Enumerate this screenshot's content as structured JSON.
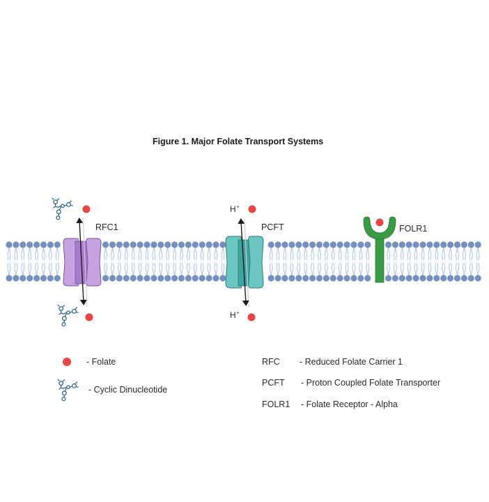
{
  "title": "Figure 1. Major Folate Transport Systems",
  "colors": {
    "folate": "#e84545",
    "lipid_head": "#7590bf",
    "lipid_tail": "#a9c4ea",
    "rfc1_fill": "#c6a3e0",
    "rfc1_core": "#a57bcc",
    "rfc1_stroke": "#7a55a4",
    "pcft_fill": "#6cc6c1",
    "pcft_core": "#3fa39f",
    "pcft_stroke": "#2c7b78",
    "folr1": "#3a9a46",
    "folr1_stroke": "#2a7a34",
    "dinucleotide": "#3d6b8e",
    "arrow": "#1a1a1a"
  },
  "transporters": [
    {
      "id": "rfc1",
      "label": "RFC1",
      "direction": "bidirectional",
      "top_cargo": [
        "cyclic dinucleotide",
        "folate"
      ],
      "bottom_cargo": [
        "cyclic dinucleotide",
        "folate"
      ]
    },
    {
      "id": "pcft",
      "label": "PCFT",
      "direction": "bidirectional",
      "top_cargo": [
        "H+",
        "folate"
      ],
      "bottom_cargo": [
        "H+",
        "folate"
      ]
    },
    {
      "id": "folr1",
      "label": "FOLR1",
      "direction": "receptor",
      "bound_cargo": [
        "folate"
      ]
    }
  ],
  "proton": {
    "base": "H",
    "charge": "+"
  },
  "legend": {
    "symbols": [
      {
        "icon": "folate-dot",
        "text": "- Folate"
      },
      {
        "icon": "cyclic-dinucleotide",
        "text": "- Cyclic Dinucleotide"
      }
    ],
    "abbreviations": [
      {
        "abbr": "RFC",
        "text": "- Reduced Folate Carrier 1"
      },
      {
        "abbr": "PCFT",
        "text": "- Proton Coupled Folate Transporter"
      },
      {
        "abbr": "FOLR1",
        "text": "- Folate Receptor - Alpha"
      }
    ]
  }
}
